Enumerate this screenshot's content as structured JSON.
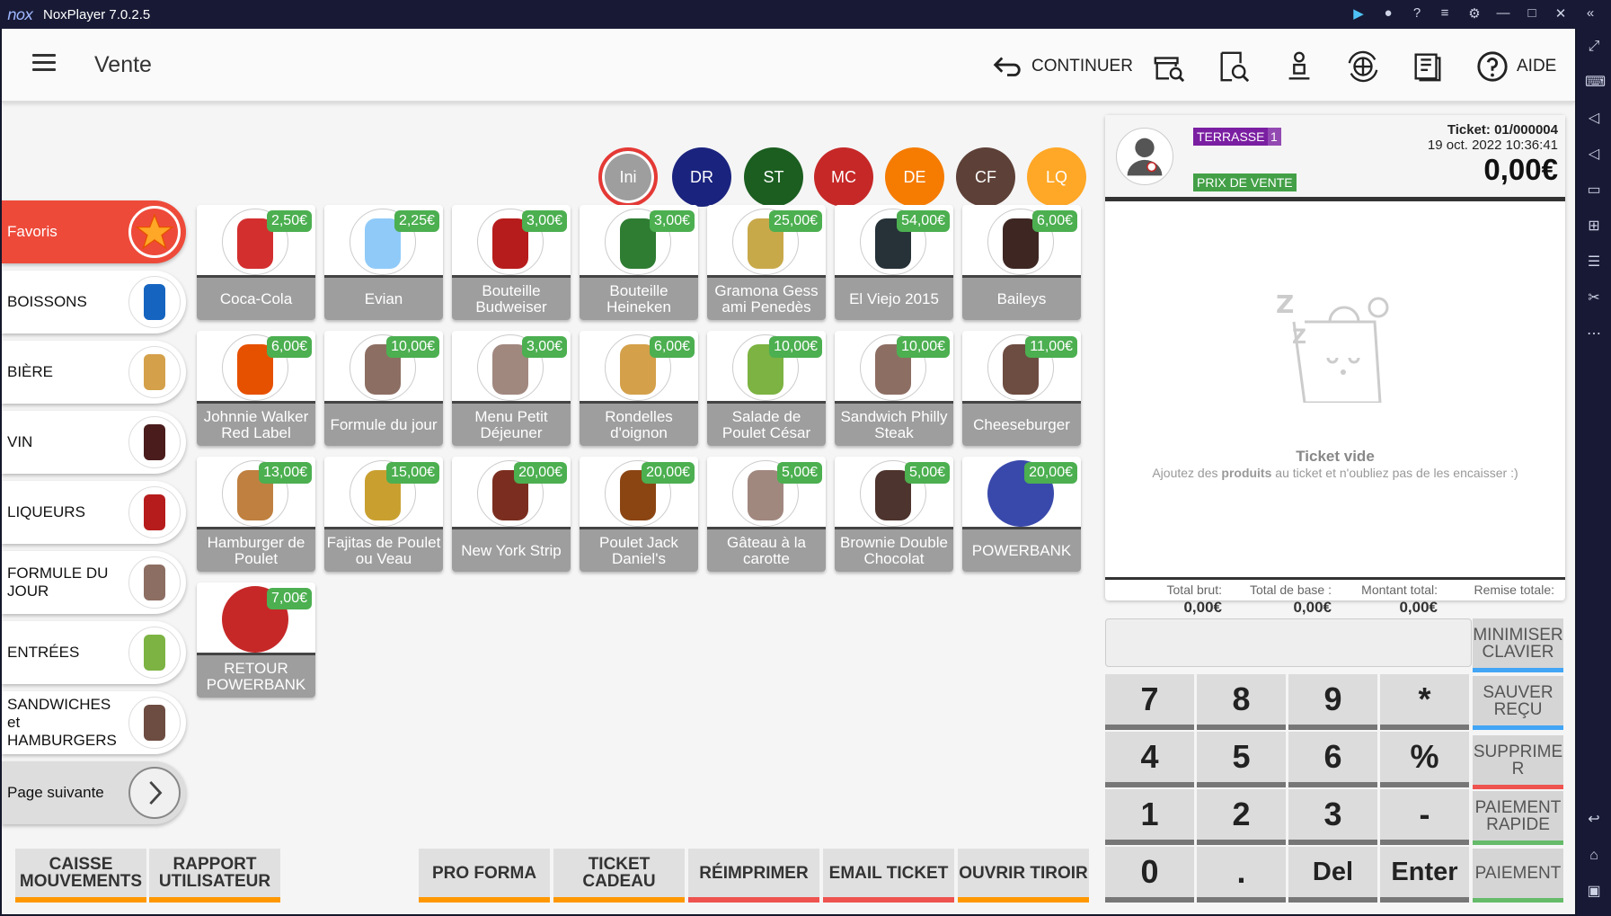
{
  "window": {
    "title": "NoxPlayer 7.0.2.5",
    "logo": "nox"
  },
  "appbar": {
    "title": "Vente",
    "continue_label": "CONTINUER",
    "help_label": "AIDE"
  },
  "staff": [
    {
      "code": "Ini",
      "color": "#9e9e9e"
    },
    {
      "code": "DR",
      "color": "#1a237e"
    },
    {
      "code": "ST",
      "color": "#1b5e20"
    },
    {
      "code": "MC",
      "color": "#c62828"
    },
    {
      "code": "DE",
      "color": "#f57c00"
    },
    {
      "code": "CF",
      "color": "#5d4037"
    },
    {
      "code": "LQ",
      "color": "#ffa726"
    }
  ],
  "categories": [
    {
      "label": "Favoris",
      "icon": "star-icon"
    },
    {
      "label": "BOISSONS",
      "icon": "can-icon"
    },
    {
      "label": "BIÈRE",
      "icon": "beer-icon"
    },
    {
      "label": "VIN",
      "icon": "wine-icon"
    },
    {
      "label": "LIQUEURS",
      "icon": "liqueur-icon"
    },
    {
      "label": "FORMULE DU JOUR",
      "icon": "burger-icon"
    },
    {
      "label": "ENTRÉES",
      "icon": "salad-icon"
    },
    {
      "label": "SANDWICHES et HAMBURGERS",
      "icon": "sandwich-icon"
    },
    {
      "label": "Page suivante",
      "icon": "chevron-right-icon"
    }
  ],
  "products": [
    {
      "name": "Coca-Cola",
      "price": "2,50€",
      "color": "#d32f2f"
    },
    {
      "name": "Evian",
      "price": "2,25€",
      "color": "#90caf9"
    },
    {
      "name": "Bouteille Budweiser",
      "price": "3,00€",
      "color": "#b71c1c"
    },
    {
      "name": "Bouteille Heineken",
      "price": "3,00€",
      "color": "#2e7d32"
    },
    {
      "name": "Gramona Gess ami Penedès",
      "price": "25,00€",
      "color": "#c8a94a"
    },
    {
      "name": "El Viejo 2015",
      "price": "54,00€",
      "color": "#263238"
    },
    {
      "name": "Baileys",
      "price": "6,00€",
      "color": "#3e2723"
    },
    {
      "name": "Johnnie Walker Red Label",
      "price": "6,00€",
      "color": "#e65100"
    },
    {
      "name": "Formule du jour",
      "price": "10,00€",
      "color": "#8d6e63"
    },
    {
      "name": "Menu Petit Déjeuner",
      "price": "3,00€",
      "color": "#a1887f"
    },
    {
      "name": "Rondelles d'oignon",
      "price": "6,00€",
      "color": "#d4a04a"
    },
    {
      "name": "Salade de Poulet César",
      "price": "10,00€",
      "color": "#7cb342"
    },
    {
      "name": "Sandwich Philly Steak",
      "price": "10,00€",
      "color": "#8d6e63"
    },
    {
      "name": "Cheeseburger",
      "price": "11,00€",
      "color": "#6d4c41"
    },
    {
      "name": "Hamburger de Poulet",
      "price": "13,00€",
      "color": "#bf8040"
    },
    {
      "name": "Fajitas de Poulet ou Veau",
      "price": "15,00€",
      "color": "#c9a030"
    },
    {
      "name": "New York Strip",
      "price": "20,00€",
      "color": "#7b2e1f"
    },
    {
      "name": "Poulet Jack Daniel's",
      "price": "20,00€",
      "color": "#8b4513"
    },
    {
      "name": "Gâteau à la carotte",
      "price": "5,00€",
      "color": "#a1887f"
    },
    {
      "name": "Brownie Double Chocolat",
      "price": "5,00€",
      "color": "#4e342e"
    },
    {
      "name": "POWERBANK",
      "price": "20,00€",
      "color": "#3949ab"
    },
    {
      "name": "RETOUR POWERBANK",
      "price": "7,00€",
      "color": "#c62828"
    }
  ],
  "ticket": {
    "zone": "TERRASSE",
    "table": "1",
    "price_mode": "PRIX DE VENTE",
    "number": "Ticket: 01/000004",
    "date": "19 oct. 2022 10:36:41",
    "total": "0,00€",
    "empty_title": "Ticket vide",
    "empty_msg_pre": "Ajoutez des ",
    "empty_msg_bold": "produits",
    "empty_msg_post": " au ticket et n'oubliez pas de les encaisser :)",
    "totals": [
      {
        "label": "Total brut:",
        "value": "0,00€"
      },
      {
        "label": "Total de base :",
        "value": "0,00€"
      },
      {
        "label": "Montant total:",
        "value": "0,00€"
      },
      {
        "label": "Remise totale:",
        "value": ""
      }
    ]
  },
  "keypad": [
    "7",
    "8",
    "9",
    "*",
    "4",
    "5",
    "6",
    "%",
    "1",
    "2",
    "3",
    "-",
    "0",
    ".",
    "Del",
    "Enter"
  ],
  "side_keys": [
    {
      "label": "MINIMISER CLAVIER",
      "color": "#42a5f5"
    },
    {
      "label": "SAUVER REÇU",
      "color": "#42a5f5"
    },
    {
      "label": "SUPPRIME R",
      "color": "#ef5350"
    },
    {
      "label": "PAIEMENT RAPIDE",
      "color": "#66bb6a"
    },
    {
      "label": "PAIEMENT",
      "color": "#66bb6a"
    }
  ],
  "bottom_buttons": [
    {
      "label": "CAISSE MOUVEMENTS",
      "color": "#ff9800"
    },
    {
      "label": "RAPPORT UTILISATEUR",
      "color": "#ff9800"
    },
    {
      "label": "PRO FORMA",
      "color": "#ff9800"
    },
    {
      "label": "TICKET CADEAU",
      "color": "#ff9800"
    },
    {
      "label": "RÉIMPRIMER",
      "color": "#ef5350"
    },
    {
      "label": "EMAIL TICKET",
      "color": "#ef5350"
    },
    {
      "label": "OUVRIR TIROIR",
      "color": "#ff9800"
    }
  ]
}
